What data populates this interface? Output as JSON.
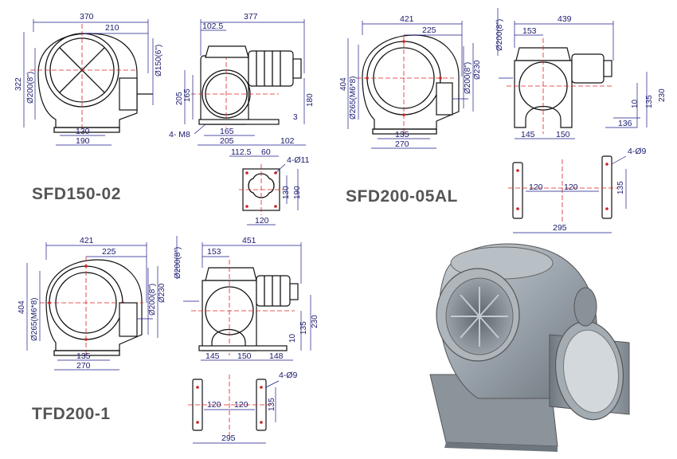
{
  "models": {
    "sfd150": "SFD150-02",
    "sfd200": "SFD200-05AL",
    "tfd200": "TFD200-1"
  },
  "dims": {
    "sfd150_front": {
      "w370": "370",
      "w210": "210",
      "h322": "322",
      "d200": "Ø200(8\")",
      "d150": "Ø150(6\")",
      "b130": "130",
      "b190": "190"
    },
    "sfd150_side": {
      "w377": "377",
      "w102": "102.5",
      "h205": "205",
      "h165": "165",
      "h180": "180",
      "h3": "3",
      "m8": "4- M8",
      "b165": "165",
      "b205": "205",
      "b102": "102"
    },
    "sfd150_plate": {
      "w112": "112.5",
      "w60": "60",
      "hole": "4-Ø11",
      "h130": "130",
      "h190": "190",
      "w120": "120"
    },
    "sfd200_front": {
      "w421": "421",
      "w225": "225",
      "h404": "404",
      "d265": "Ø265(M6*8)",
      "d200": "Ø200(8\")",
      "d230": "Ø230",
      "b135": "135",
      "b270": "270"
    },
    "sfd200_side": {
      "w439": "439",
      "w153": "153",
      "d200": "Ø200(8\")",
      "h230": "230",
      "h135": "135",
      "h10": "10",
      "w136": "136",
      "b145": "145",
      "b150": "150"
    },
    "sfd200_plate": {
      "hole": "4-Ø9",
      "w120a": "120",
      "w120b": "120",
      "h135": "135",
      "w295": "295"
    },
    "tfd200_front": {
      "w421": "421",
      "w225": "225",
      "h404": "404",
      "d265": "Ø265(M6*8)",
      "d200": "Ø200(8\")",
      "d230": "Ø230",
      "b135": "135",
      "b270": "270"
    },
    "tfd200_side": {
      "w451": "451",
      "w153": "153",
      "d200": "Ø200(8\")",
      "h230": "230",
      "h135": "135",
      "h10": "10",
      "b145": "145",
      "b150": "150",
      "b148": "148"
    },
    "tfd200_plate": {
      "hole": "4-Ø9",
      "w120a": "120",
      "w120b": "120",
      "h135": "135",
      "w295": "295"
    }
  },
  "colors": {
    "line": "#1a1a8a",
    "outline": "#111111",
    "center": "#dd2222",
    "model": "#555555",
    "metal": "#9aa3ab"
  }
}
